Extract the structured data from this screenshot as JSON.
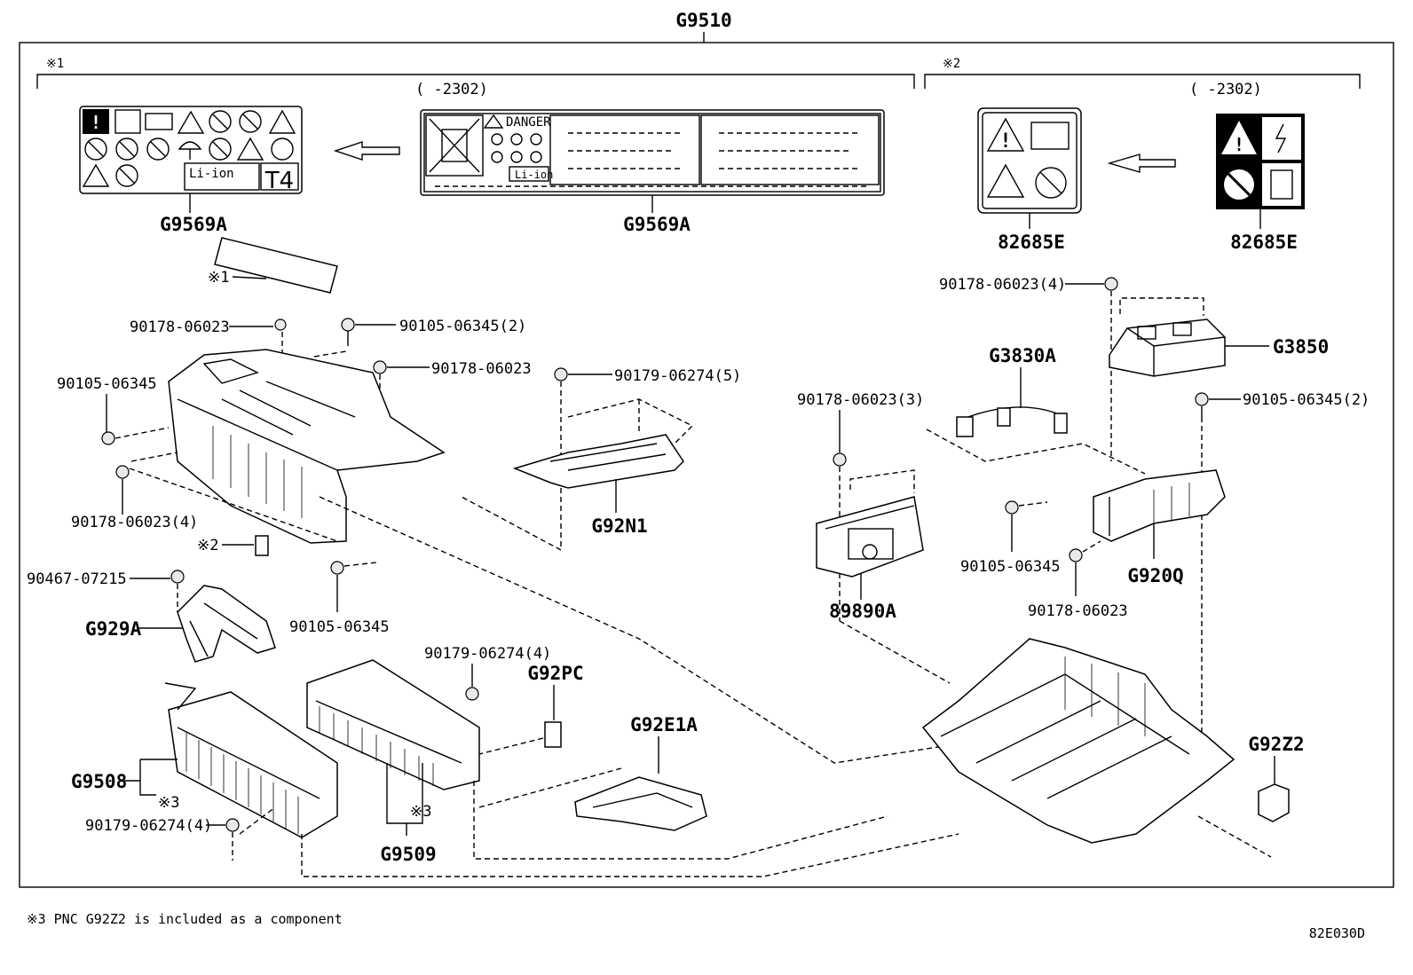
{
  "assembly": "G9510",
  "group1_marker": "※1",
  "group2_marker": "※2",
  "group1_note": "(      -2302)",
  "group2_note": "(      -2302)",
  "labels": {
    "g9569a_left": "G9569A",
    "g9569a_right": "G9569A",
    "l82685e_left": "82685E",
    "l82685e_right": "82685E",
    "danger_text": "DANGER",
    "liion_label": "Li-ion",
    "liion_label_small": "Li-ion",
    "t4_label": "T4",
    "marker_1_sheet": "※1",
    "p90178_a": "90178-06023",
    "p90105_2": "90105-06345(2)",
    "p90178_b": "90178-06023",
    "p90105_left": "90105-06345",
    "p90179_5": "90179-06274(5)",
    "p90178_4": "90178-06023(4)",
    "marker_2_sheet": "※2",
    "p90467": "90467-07215",
    "g929a": "G929A",
    "p90105_mid": "90105-06345",
    "g92n1": "G92N1",
    "p90179_4_top": "90179-06274(4)",
    "g92pc": "G92PC",
    "g92e1a": "G92E1A",
    "g9508": "G9508",
    "marker_3_left": "※3",
    "p90179_4_bottom": "90179-06274(4)",
    "marker_3_right": "※3",
    "g9509": "G9509",
    "p90178_4_right": "90178-06023(4)",
    "g3850": "G3850",
    "g3830a": "G3830A",
    "p90178_3": "90178-06023(3)",
    "p90105_2_right": "90105-06345(2)",
    "p90105_right": "90105-06345",
    "g920q": "G920Q",
    "p90178_right": "90178-06023",
    "p89890a": "89890A",
    "g92z2": "G92Z2"
  },
  "footnote": "※3 PNC G92Z2 is included as a component",
  "drawing_code": "82E030D"
}
